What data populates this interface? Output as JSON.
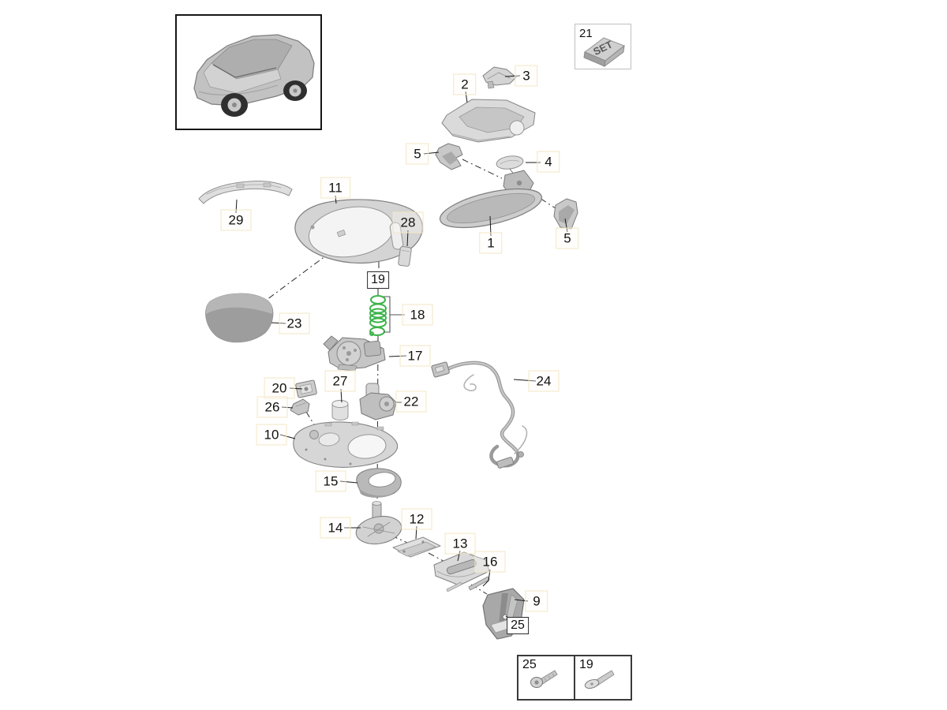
{
  "diagram": {
    "kind": "exploded-parts-diagram",
    "subject": "exterior and interior mirror assembly"
  },
  "colors": {
    "background": "#ffffff",
    "part_fill": "#d6d6d6",
    "part_stroke": "#848484",
    "highlight_green": "#3cb34a",
    "callout_highlight": "#f3e7c6",
    "line": "#1a1a1a"
  },
  "set_box": {
    "number": "21",
    "label": "SET"
  },
  "fastener_legend": [
    {
      "number": "25"
    },
    {
      "number": "19"
    }
  ],
  "callouts": [
    {
      "part": "2",
      "text": "2"
    },
    {
      "part": "3",
      "text": "3"
    },
    {
      "part": "5",
      "text": "5"
    },
    {
      "part": "4",
      "text": "4"
    },
    {
      "part": "1",
      "text": "1"
    },
    {
      "part": "5",
      "text": "5"
    },
    {
      "part": "29",
      "text": "29"
    },
    {
      "part": "11",
      "text": "11"
    },
    {
      "part": "28",
      "text": "28"
    },
    {
      "part": "19",
      "text": "19"
    },
    {
      "part": "18",
      "text": "18"
    },
    {
      "part": "23",
      "text": "23"
    },
    {
      "part": "17",
      "text": "17"
    },
    {
      "part": "24",
      "text": "24"
    },
    {
      "part": "20",
      "text": "20"
    },
    {
      "part": "27",
      "text": "27"
    },
    {
      "part": "26",
      "text": "26"
    },
    {
      "part": "22",
      "text": "22"
    },
    {
      "part": "10",
      "text": "10"
    },
    {
      "part": "15",
      "text": "15"
    },
    {
      "part": "14",
      "text": "14"
    },
    {
      "part": "12",
      "text": "12"
    },
    {
      "part": "13",
      "text": "13"
    },
    {
      "part": "16",
      "text": "16"
    },
    {
      "part": "9",
      "text": "9"
    },
    {
      "part": "25",
      "text": "25"
    }
  ]
}
